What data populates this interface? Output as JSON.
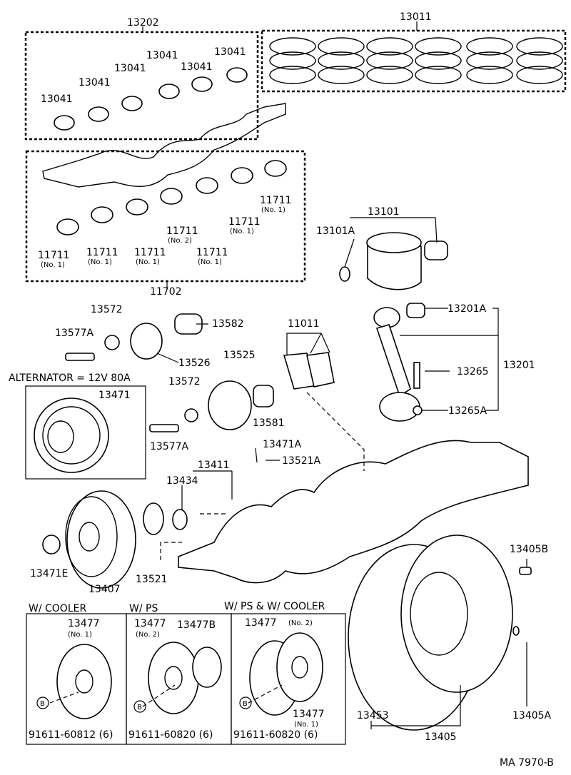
{
  "part_labels": {
    "p13202": "13202",
    "p13011": "13011",
    "p13041_a": "13041",
    "p13041_b": "13041",
    "p13041_c": "13041",
    "p13041_d": "13041",
    "p13041_e": "13041",
    "p13041_f": "13041",
    "p11711_a": "11711",
    "p11711_b": "11711",
    "p11711_c": "11711",
    "p11711_d": "11711",
    "p11711_e": "11711",
    "p11711_f": "11711",
    "p11711_g": "11711",
    "p11702": "11702",
    "p13101": "13101",
    "p13101A": "13101A",
    "p13572_a": "13572",
    "p13577A_a": "13577A",
    "p13582": "13582",
    "p13526": "13526",
    "p11011": "11011",
    "p13201A": "13201A",
    "p13201": "13201",
    "p13265": "13265",
    "p13265A": "13265A",
    "p13471": "13471",
    "p13572_b": "13572",
    "p13525": "13525",
    "p13581": "13581",
    "p13577A_b": "13577A",
    "p13471A": "13471A",
    "p13521A": "13521A",
    "p13411": "13411",
    "p13434": "13434",
    "p13471E": "13471E",
    "p13407": "13407",
    "p13521": "13521",
    "p13405B": "13405B",
    "p13477_a": "13477",
    "p13477_b": "13477",
    "p13477B": "13477B",
    "p13477_c": "13477",
    "p13477_d": "13477",
    "p13453": "13453",
    "p13405": "13405",
    "p13405A": "13405A",
    "p91611_a": "91611-60812 (6)",
    "p91611_b": "91611-60820 (6)",
    "p91611_c": "91611-60820 (6)"
  },
  "sub_labels": {
    "no1_a": "(No. 1)",
    "no1_b": "(No. 1)",
    "no1_c": "(No. 1)",
    "no1_d": "(No. 1)",
    "no1_e": "(No. 1)",
    "no1_f": "(No. 1)",
    "no2_a": "(No. 2)",
    "no1_g": "(No. 1)",
    "no2_b": "(No. 2)",
    "no2_c": "(No. 2)",
    "no1_h": "(No. 1)"
  },
  "headers": {
    "alternator": "ALTERNATOR = 12V  80A",
    "w_cooler": "W/ COOLER",
    "w_ps": "W/ PS",
    "w_ps_cooler": "W/ PS & W/ COOLER"
  },
  "markers": {
    "b1": "B",
    "b2": "B",
    "b3": "B"
  },
  "figure_id": "MA  7970-B"
}
